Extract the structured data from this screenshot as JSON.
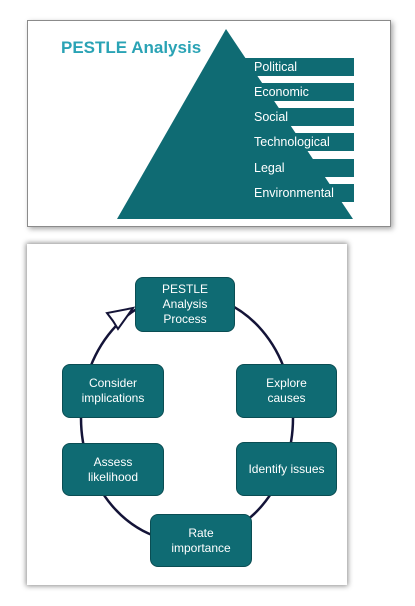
{
  "pestle": {
    "title": "PESTLE Analysis",
    "factors": [
      "Political",
      "Economic",
      "Social",
      "Technological",
      "Legal",
      "Environmental"
    ]
  },
  "process": {
    "nodes": [
      {
        "id": "center",
        "lines": [
          "PESTLE",
          "Analysis",
          "Process"
        ]
      },
      {
        "id": "explore",
        "lines": [
          "Explore",
          "causes"
        ]
      },
      {
        "id": "identify",
        "lines": [
          "Identify issues"
        ]
      },
      {
        "id": "rate",
        "lines": [
          "Rate",
          "importance"
        ]
      },
      {
        "id": "assess",
        "lines": [
          "Assess",
          "likelihood"
        ]
      },
      {
        "id": "consider",
        "lines": [
          "Consider",
          "implications"
        ]
      }
    ]
  },
  "colors": {
    "teal_dark": "#0f6b73",
    "title_teal": "#2aa3b5",
    "cycle_line": "#141438"
  }
}
